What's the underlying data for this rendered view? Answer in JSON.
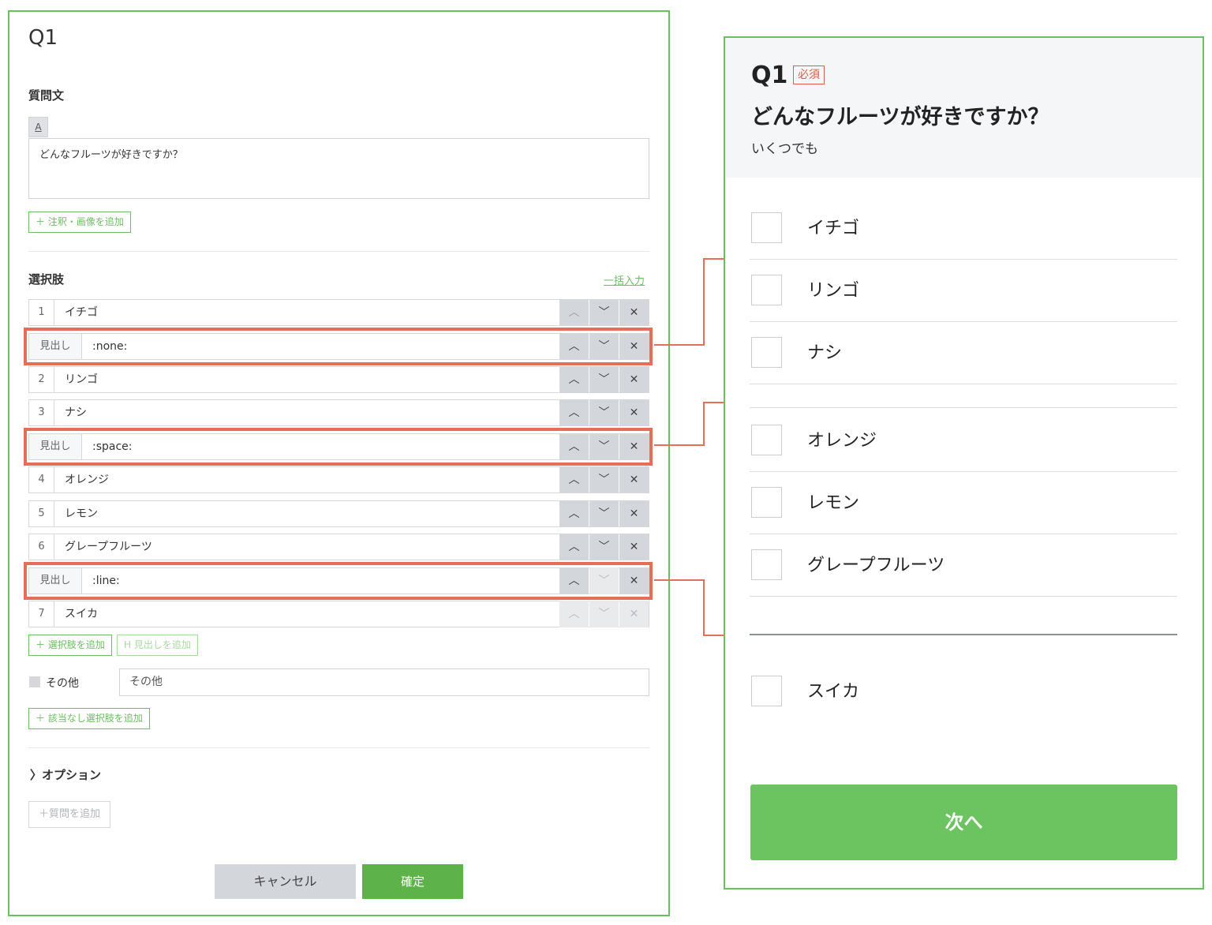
{
  "editor": {
    "title": "Q1",
    "question_label": "質問文",
    "format_button": "A",
    "question_text": "どんなフルーツが好きですか？",
    "add_note_button": "＋ 注釈・画像を追加",
    "choices_label": "選択肢",
    "bulk_input_link": "一括入力",
    "rows": [
      {
        "kind": "choice",
        "num": "1",
        "text": "イチゴ"
      },
      {
        "kind": "heading",
        "num": "見出し",
        "text": ":none:"
      },
      {
        "kind": "choice",
        "num": "2",
        "text": "リンゴ"
      },
      {
        "kind": "choice",
        "num": "3",
        "text": "ナシ"
      },
      {
        "kind": "heading",
        "num": "見出し",
        "text": ":space:"
      },
      {
        "kind": "choice",
        "num": "4",
        "text": "オレンジ"
      },
      {
        "kind": "choice",
        "num": "5",
        "text": "レモン"
      },
      {
        "kind": "choice",
        "num": "6",
        "text": "グレープフルーツ"
      },
      {
        "kind": "heading",
        "num": "見出し",
        "text": ":line:"
      },
      {
        "kind": "choice",
        "num": "7",
        "text": "スイカ"
      }
    ],
    "add_choice_button": "＋ 選択肢を追加",
    "add_heading_button": "H 見出しを追加",
    "other_label": "その他",
    "other_value": "その他",
    "add_none_button": "＋ 該当なし選択肢を追加",
    "options_toggle": "オプション",
    "add_question_button": "＋質問を追加",
    "cancel_button": "キャンセル",
    "confirm_button": "確定"
  },
  "icons": {
    "up": "chevron-up-icon",
    "down": "chevron-down-icon",
    "delete": "close-icon",
    "options": "chevron-right-icon"
  },
  "preview": {
    "q_number": "Q1",
    "required_badge": "必須",
    "question_text": "どんなフルーツが好きですか？",
    "subtext": "いくつでも",
    "items": [
      "イチゴ",
      "リンゴ",
      "ナシ",
      "オレンジ",
      "レモン",
      "グレープフルーツ",
      "スイカ"
    ],
    "next_button": "次へ"
  },
  "colors": {
    "accent_green": "#6abf5e",
    "confirm_green": "#5db34a",
    "next_green": "#6cc461",
    "highlight_red": "#e66e58",
    "required_red": "#e05a4a"
  }
}
